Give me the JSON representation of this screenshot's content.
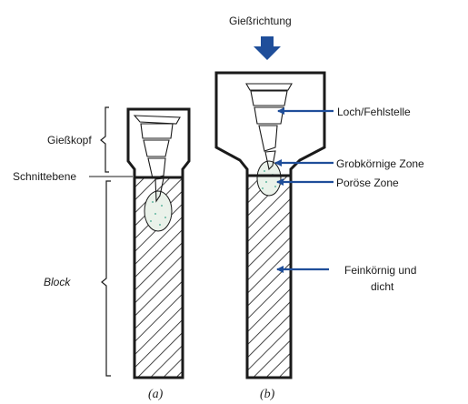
{
  "direction_label": "Gießrichtung",
  "left_labels": {
    "giesskopf": "Gießkopf",
    "schnittebene": "Schnittebene",
    "block": "Block"
  },
  "right_labels": {
    "loch": "Loch/Fehlstelle",
    "grobkoernig": "Grobkörnige Zone",
    "poroes": "Poröse Zone",
    "feinkoernig_line1": "Feinkörnig und",
    "feinkoernig_line2": "dicht"
  },
  "captions": {
    "a": "(a)",
    "b": "(b)"
  },
  "colors": {
    "arrow": "#1f4e9a",
    "outline": "#1a1a1a",
    "porous_fill": "#eaf2ea",
    "porous_dots": "#3aa58a"
  }
}
